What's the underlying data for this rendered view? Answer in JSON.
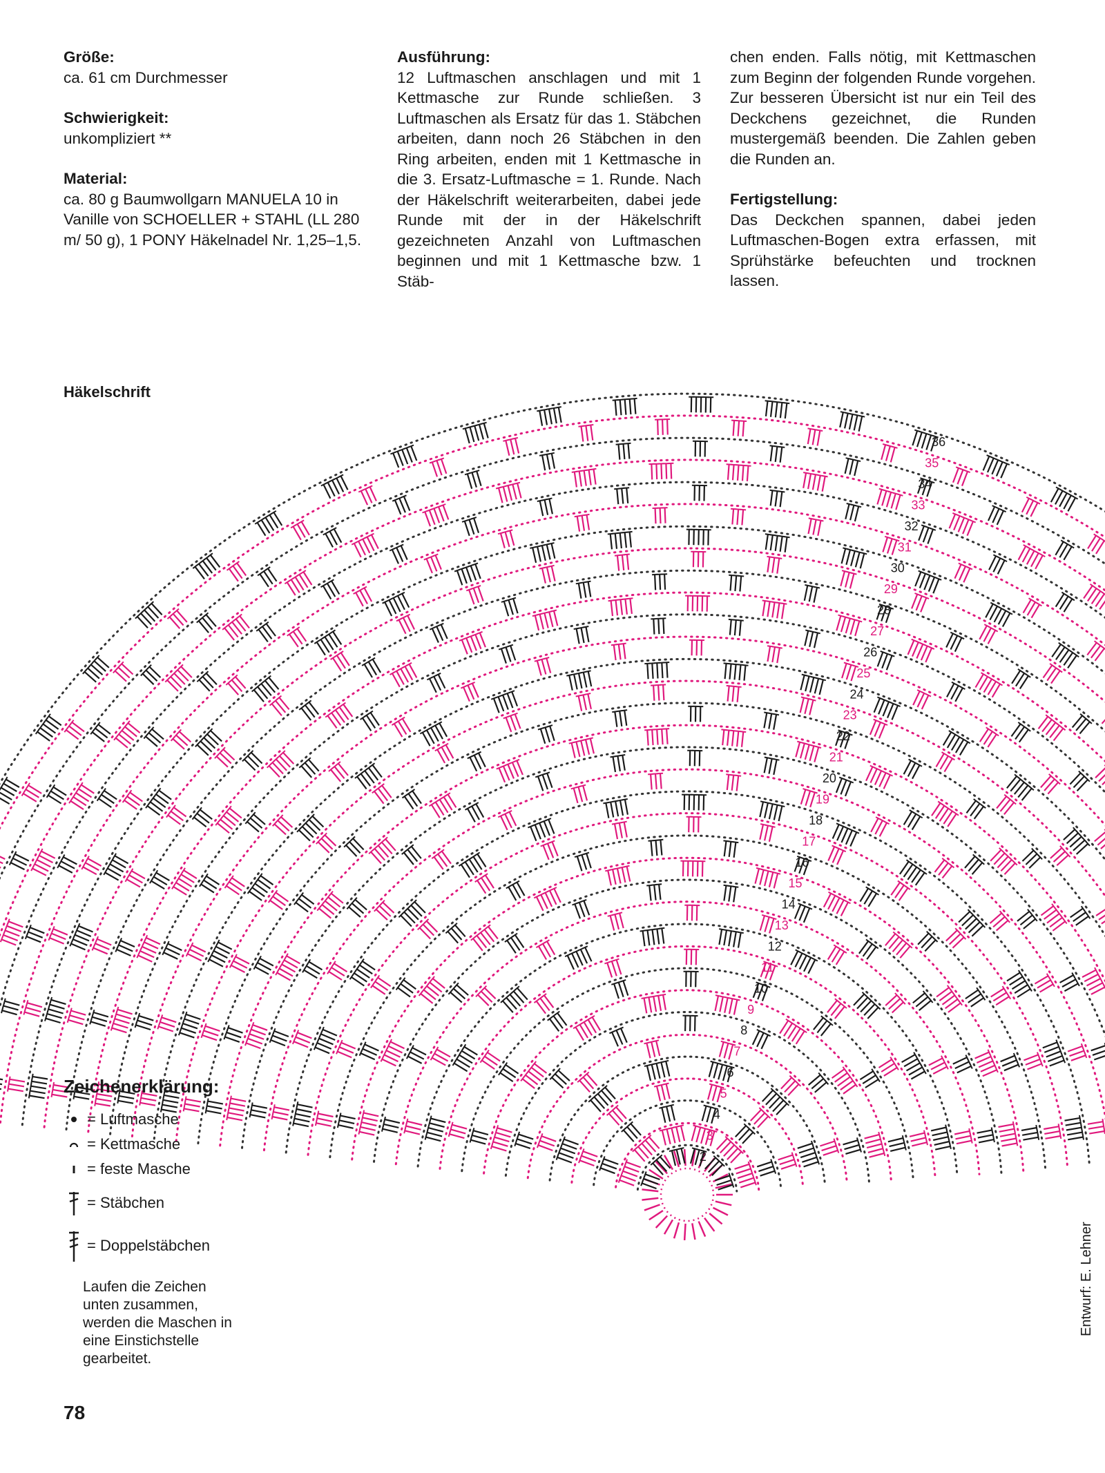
{
  "info": {
    "size_heading": "Größe:",
    "size_text": "ca. 61 cm Durchmesser",
    "difficulty_heading": "Schwierigkeit:",
    "difficulty_text": "unkompliziert **",
    "material_heading": "Material:",
    "material_text": "ca. 80 g Baumwollgarn MANUELA 10 in Vanille von SCHOELLER + STAHL (LL 280 m/ 50 g), 1 PONY Häkelnadel Nr. 1,25–1,5."
  },
  "instructions": {
    "heading": "Ausführung:",
    "text_part1": "12 Luftmaschen anschlagen und mit 1 Kettmasche zur Runde schließen. 3 Luftmaschen als Ersatz für das 1. Stäbchen arbeiten, dann noch 26 Stäbchen in den Ring arbeiten, enden mit 1 Kettmasche in die 3. Ersatz-Luftmasche = 1. Runde. Nach der Häkelschrift weiterarbeiten, dabei jede Runde mit der in der Häkelschrift gezeichneten Anzahl von Luftmaschen beginnen und mit 1 Kettmasche bzw. 1 Stäb-",
    "text_part2": "chen enden. Falls nötig, mit Kettmaschen zum Beginn der folgenden Runde vorgehen. Zur besseren Übersicht ist nur ein Teil des Deckchens gezeichnet, die Runden mustergemäß beenden. Die Zahlen geben die Runden an."
  },
  "finishing": {
    "heading": "Fertigstellung:",
    "text": "Das Deckchen spannen, dabei jeden Luftmaschen-Bogen extra erfassen, mit Sprühstärke befeuchten und trocknen lassen."
  },
  "chart": {
    "title": "Häkelschrift",
    "colors": {
      "pink": "#e0197d",
      "black": "#1a1a1a",
      "dots": "#333333"
    },
    "round_labels": [
      "2",
      "3",
      "4",
      "5",
      "6",
      "7",
      "8",
      "9",
      "10",
      "11",
      "12",
      "13",
      "14",
      "15",
      "16",
      "17",
      "18",
      "19",
      "20",
      "21",
      "22",
      "23",
      "24",
      "25",
      "26",
      "27",
      "28",
      "29",
      "30",
      "31",
      "32",
      "33",
      "34",
      "35",
      "36"
    ]
  },
  "legend": {
    "heading": "Zeichenerklärung:",
    "items": [
      {
        "icon": "chain-stitch-icon",
        "label": "= Luftmasche"
      },
      {
        "icon": "slip-stitch-icon",
        "label": "= Kettmasche"
      },
      {
        "icon": "single-crochet-icon",
        "label": "= feste Masche"
      },
      {
        "icon": "double-crochet-icon",
        "label": "= Stäbchen"
      },
      {
        "icon": "treble-crochet-icon",
        "label": "= Doppelstäbchen"
      }
    ],
    "note": "Laufen die Zeichen unten zusammen, werden die Maschen in eine Einstichstelle gearbeitet."
  },
  "page_number": "78",
  "credit": "Entwurf: E. Lehner"
}
